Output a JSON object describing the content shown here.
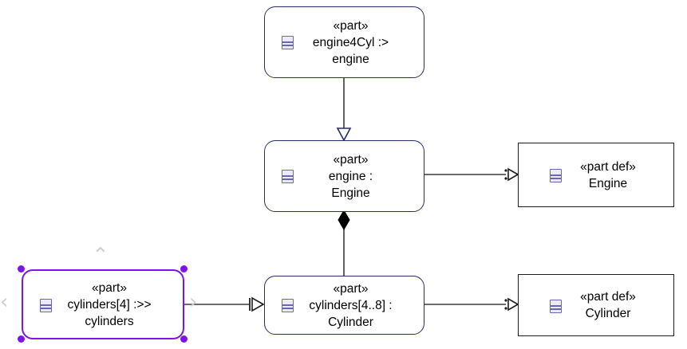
{
  "diagram": {
    "kind": "sysml-part-diagram",
    "background": "#ffffff",
    "colors": {
      "usage_border": "#2b2b68",
      "definition_border": "#1c1c1c",
      "icon_border": "#6b65b5",
      "icon_fill": "#eceaf6",
      "selection": "#7d15e8",
      "chevron": "#cfcfcf",
      "edge": "#3a3a3a"
    },
    "nodes": [
      {
        "id": "engine4cyl",
        "keyword": "«part»",
        "name_line1": "engine4Cyl :>",
        "name_line2": "engine",
        "shape": "rounded",
        "selected": false,
        "icon": "part-icon"
      },
      {
        "id": "engine",
        "keyword": "«part»",
        "name_line1": "engine :",
        "name_line2": "Engine",
        "shape": "rounded",
        "selected": false,
        "icon": "part-icon"
      },
      {
        "id": "cylinders-usage",
        "keyword": "«part»",
        "name_line1": "cylinders[4..8] :",
        "name_line2": "Cylinder",
        "shape": "rounded",
        "selected": false,
        "icon": "part-icon"
      },
      {
        "id": "cylinders-redefine",
        "keyword": "«part»",
        "name_line1": "cylinders[4] :>>",
        "name_line2": "cylinders",
        "shape": "rounded",
        "selected": true,
        "icon": "part-icon"
      },
      {
        "id": "engine-def",
        "keyword": "«part def»",
        "name_line1": "Engine",
        "name_line2": "",
        "shape": "rectangle",
        "selected": false,
        "icon": "part-def-icon"
      },
      {
        "id": "cylinder-def",
        "keyword": "«part def»",
        "name_line1": "Cylinder",
        "name_line2": "",
        "shape": "rectangle",
        "selected": false,
        "icon": "part-def-icon"
      }
    ],
    "edges": [
      {
        "id": "specialization",
        "from": "engine4cyl",
        "to": "engine",
        "head": "hollow-triangle",
        "orientation": "vertical"
      },
      {
        "id": "composition",
        "from": "engine",
        "to": "cylinders-usage",
        "head": "filled-diamond",
        "orientation": "vertical"
      },
      {
        "id": "engine-typing",
        "from": "engine",
        "to": "engine-def",
        "head": "dotted-hollow-triangle",
        "orientation": "horizontal"
      },
      {
        "id": "cylinder-typing",
        "from": "cylinders-usage",
        "to": "cylinder-def",
        "head": "dotted-hollow-triangle",
        "orientation": "horizontal"
      },
      {
        "id": "redefinition",
        "from": "cylinders-redefine",
        "to": "cylinders-usage",
        "head": "barred-hollow-triangle",
        "orientation": "horizontal"
      }
    ],
    "selection_chevrons": [
      {
        "id": "chevron-top",
        "glyph": "⌃",
        "name": "resize-chevron-top"
      },
      {
        "id": "chevron-left",
        "glyph": "‹",
        "name": "resize-chevron-left"
      },
      {
        "id": "chevron-right",
        "glyph": "›",
        "name": "resize-chevron-right"
      }
    ]
  }
}
